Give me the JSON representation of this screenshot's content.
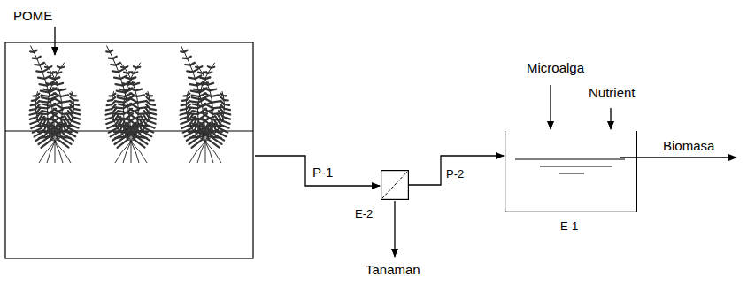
{
  "diagram": {
    "nodes": [
      {
        "text": [
          "E-2"
        ]
      },
      {
        "text": [
          "E-1"
        ]
      }
    ],
    "edges": [
      {
        "from": 0,
        "to": 1,
        "label": "P-2",
        "arrow": "to"
      }
    ],
    "labels": [
      "POME",
      "P-1",
      "Microalga",
      "Nutrient",
      "Biomasa",
      "Tanaman"
    ]
  }
}
